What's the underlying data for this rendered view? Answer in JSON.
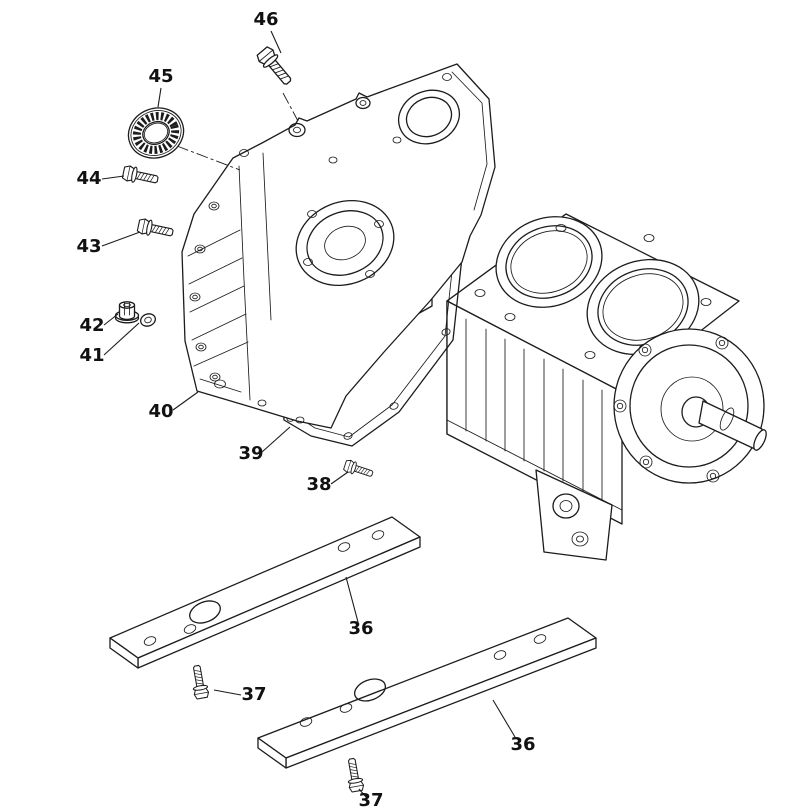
{
  "diagram": {
    "kind": "exploded-parts-diagram",
    "callouts": [
      {
        "part": "46"
      },
      {
        "part": "45"
      },
      {
        "part": "44"
      },
      {
        "part": "43"
      },
      {
        "part": "42"
      },
      {
        "part": "41"
      },
      {
        "part": "40"
      },
      {
        "part": "39"
      },
      {
        "part": "38"
      },
      {
        "part": "36"
      },
      {
        "part": "37"
      },
      {
        "part": "36"
      },
      {
        "part": "37"
      }
    ],
    "colors": {
      "line": "#1c1c1c",
      "background": "#ffffff",
      "label": "#111111"
    }
  }
}
